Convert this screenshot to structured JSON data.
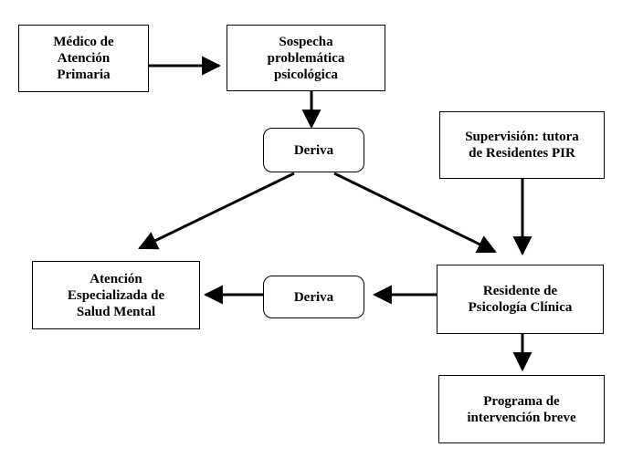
{
  "diagram": {
    "nodes": {
      "medico": "Médico de\nAtención\nPrimaria",
      "sospecha": "Sospecha\nproblemática\npsicológica",
      "deriva_top": "Deriva",
      "supervision": "Supervisión: tutora\nde Residentes PIR",
      "atencion": "Atención\nEspecializada de\nSalud Mental",
      "deriva_mid": "Deriva",
      "residente": "Residente de\nPsicología Clínica",
      "programa": "Programa de\nintervención breve"
    },
    "edges": [
      {
        "from": "medico",
        "to": "sospecha"
      },
      {
        "from": "sospecha",
        "to": "deriva_top"
      },
      {
        "from": "deriva_top",
        "to": "atencion"
      },
      {
        "from": "deriva_top",
        "to": "residente"
      },
      {
        "from": "supervision",
        "to": "residente"
      },
      {
        "from": "residente",
        "to": "deriva_mid"
      },
      {
        "from": "deriva_mid",
        "to": "atencion"
      },
      {
        "from": "residente",
        "to": "programa"
      }
    ],
    "colors": {
      "stroke": "#000000",
      "fill": "#ffffff"
    }
  }
}
